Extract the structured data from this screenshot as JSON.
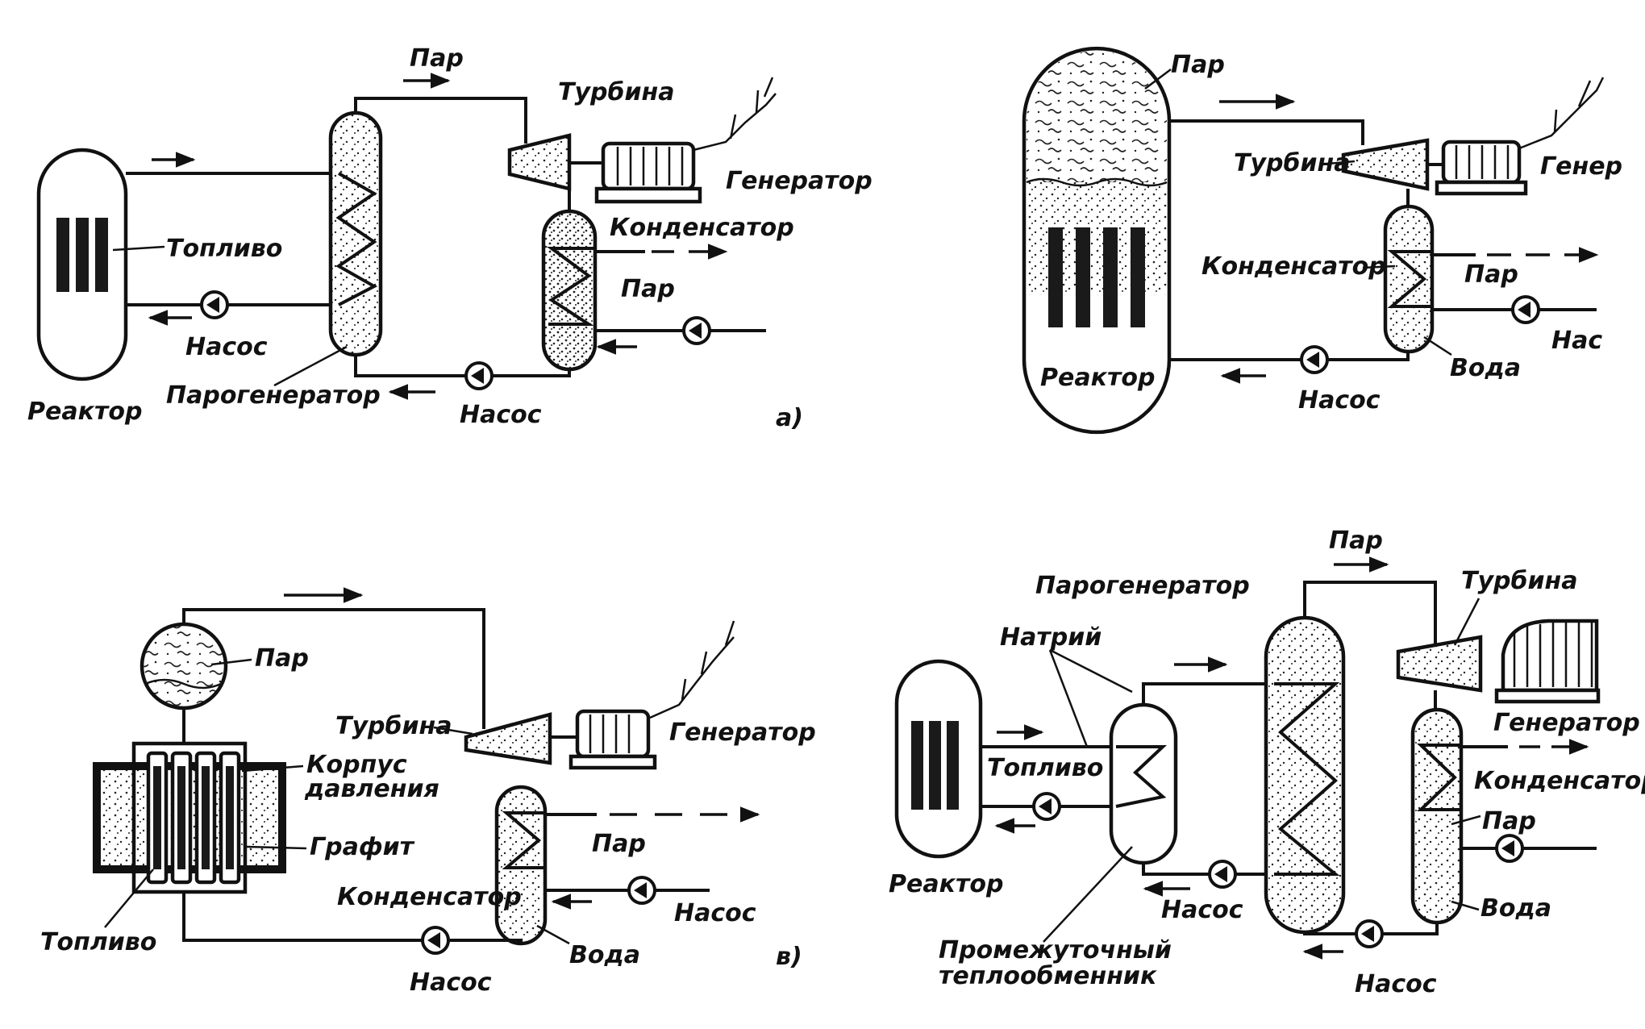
{
  "panel_a": {
    "steam_label": "Пар",
    "turbine_label": "Турбина",
    "generator_label": "Генератор",
    "fuel_label": "Топливо",
    "condenser_label": "Конденсатор",
    "condenser_steam_label": "Пар",
    "pump_left_label": "Насос",
    "pump_bottom_label": "Насос",
    "steam_generator_label": "Парогенератор",
    "reactor_label": "Реактор",
    "panel_tag": "а)"
  },
  "panel_b": {
    "steam_label": "Пар",
    "turbine_label": "Турбина",
    "generator_label": "Генер",
    "condenser_label": "Конденсатор",
    "condenser_steam_label": "Пар",
    "pump_right_label": "Нас",
    "water_label": "Вода",
    "reactor_label": "Реактор",
    "pump_label": "Насос"
  },
  "panel_c": {
    "steam_label": "Пар",
    "turbine_label": "Турбина",
    "generator_label": "Генератор",
    "pressure_vessel_label_1": "Корпус",
    "pressure_vessel_label_2": "давления",
    "graphite_label": "Графит",
    "condenser_steam_label": "Пар",
    "condenser_label": "Конденсатор",
    "pump_right_label": "Насос",
    "fuel_label": "Топливо",
    "water_label": "Вода",
    "pump_label": "Насос",
    "panel_tag": "в)"
  },
  "panel_d": {
    "steam_label": "Пар",
    "steam_generator_label": "Парогенератор",
    "turbine_label": "Турбина",
    "sodium_label": "Натрий",
    "generator_label": "Генератор",
    "fuel_label": "Топливо",
    "condenser_label": "Конденсатор",
    "condenser_steam_label": "Пар",
    "reactor_label": "Реактор",
    "water_label": "Вода",
    "pump_mid_label": "Насос",
    "intermediate_hx_label_1": "Промежуточный",
    "intermediate_hx_label_2": "теплообменник",
    "pump_bottom_label": "Насос"
  }
}
